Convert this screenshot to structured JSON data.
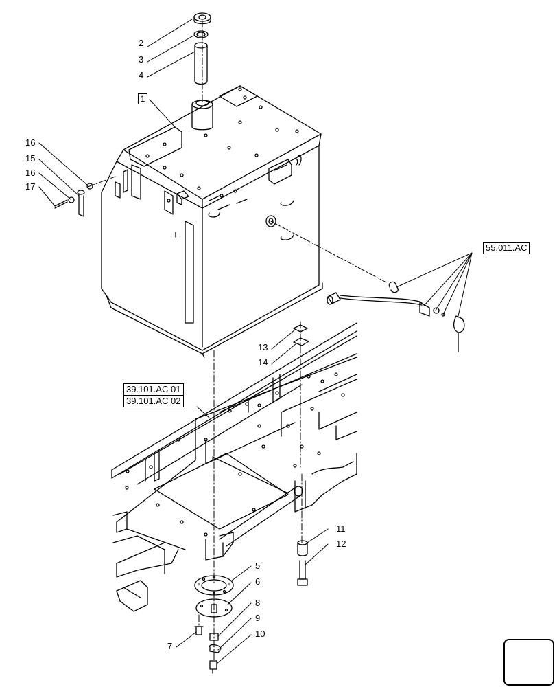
{
  "item_box": "1",
  "callouts": {
    "c2": "2",
    "c3": "3",
    "c4": "4",
    "c16a": "16",
    "c15": "15",
    "c16b": "16",
    "c17": "17",
    "c13": "13",
    "c14": "14",
    "c11": "11",
    "c12": "12",
    "c5": "5",
    "c6": "6",
    "c7": "7",
    "c8": "8",
    "c9": "9",
    "c10": "10"
  },
  "references": {
    "sender": "55.011.AC",
    "frame": [
      "39.101.AC 01",
      "39.101.AC 02"
    ]
  },
  "icons": {
    "nav": "arrow-icon"
  }
}
